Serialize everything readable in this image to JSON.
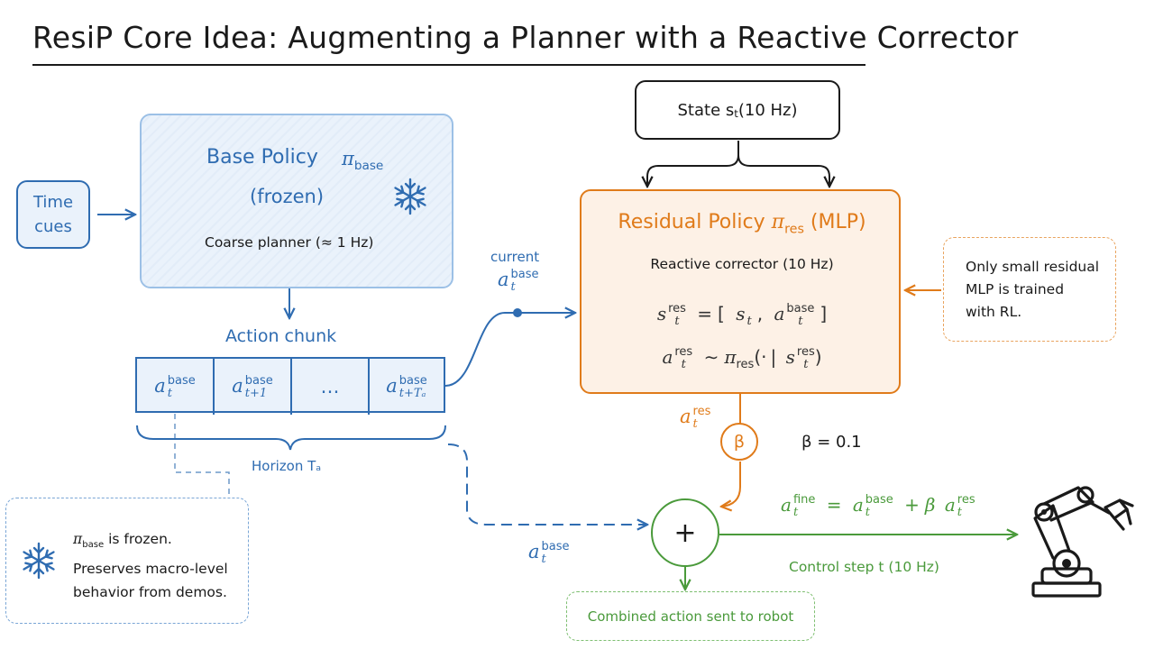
{
  "title": "ResiP Core Idea: Augmenting a Planner with a Reactive Corrector",
  "time_cues": {
    "line1": "Time",
    "line2": "cues"
  },
  "base_policy": {
    "title": "Base Policy",
    "symbol": "π",
    "symbol_sub": "base",
    "status": "(frozen)",
    "desc": "Coarse planner (≈ 1 Hz)",
    "icon": "snowflake-icon"
  },
  "action_chunk": {
    "title": "Action chunk",
    "cells": [
      {
        "base": "a",
        "sup": "base",
        "sub": "t"
      },
      {
        "base": "a",
        "sup": "base",
        "sub": "t+1"
      },
      {
        "base": "…",
        "sup": "",
        "sub": ""
      },
      {
        "base": "a",
        "sup": "base",
        "sub": "t+Tₐ"
      }
    ],
    "horizon_label": "Horizon Tₐ"
  },
  "frozen_note": {
    "line1_symbol": "π",
    "line1_sub": "base",
    "line1_rest": " is frozen.",
    "line2": "Preserves macro-level",
    "line3": "behavior from demos.",
    "icon": "snowflake-icon"
  },
  "state_box": {
    "label": "State s",
    "label_sub": "t",
    "label_rest": " (10 Hz)"
  },
  "residual_policy": {
    "title_pre": "Residual Policy ",
    "title_symbol": "π",
    "title_sub": "res",
    "title_post": " (MLP)",
    "desc": "Reactive corrector (10 Hz)",
    "eq1": "s_t^res = [ s_t , a_t^base ]",
    "eq2": "a_t^res ~ π_res( · | s_t^res )"
  },
  "trained_note": {
    "line1": "Only small residual",
    "line2": "MLP is trained",
    "line3": "with RL."
  },
  "current_label": "current",
  "beta_symbol": "β",
  "beta_value": "β = 0.1",
  "plus_symbol": "+",
  "fine_eq": "a_t^fine = a_t^base + β a_t^res",
  "control_step": "Control step t (10 Hz)",
  "combined_action": "Combined action sent to robot",
  "robot_icon": "robot-arm-icon",
  "colors": {
    "blue": "#2f6cb1",
    "orange": "#e07b1a",
    "green": "#4a9a3b",
    "dark": "#1a1a1a"
  }
}
